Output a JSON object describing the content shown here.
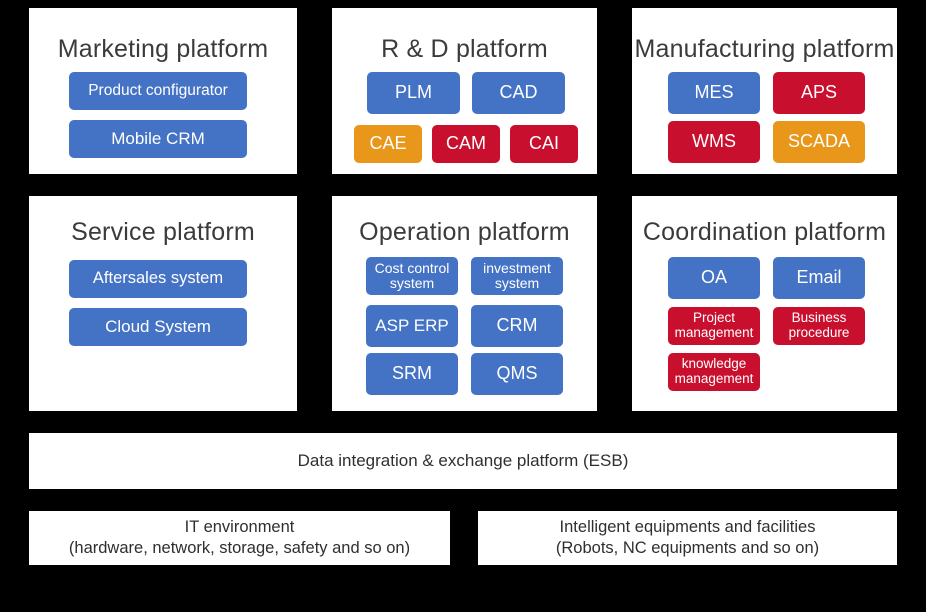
{
  "diagram": {
    "title_color": "#3b3b3b",
    "background_color": "#000000",
    "palette": {
      "blue": "#4472C4",
      "red": "#C8102E",
      "orange": "#E8971A",
      "panel": "#FFFFFF"
    }
  },
  "panels": [
    {
      "title": "Marketing platform",
      "items": [
        {
          "label": "Product configurator",
          "color": "blue"
        },
        {
          "label": "Mobile CRM",
          "color": "blue"
        }
      ]
    },
    {
      "title": "R & D platform",
      "items": [
        {
          "label": "PLM",
          "color": "blue"
        },
        {
          "label": "CAD",
          "color": "blue"
        },
        {
          "label": "CAE",
          "color": "orange"
        },
        {
          "label": "CAM",
          "color": "red"
        },
        {
          "label": "CAI",
          "color": "red"
        }
      ]
    },
    {
      "title": "Manufacturing platform",
      "items": [
        {
          "label": "MES",
          "color": "blue"
        },
        {
          "label": "APS",
          "color": "red"
        },
        {
          "label": "WMS",
          "color": "red"
        },
        {
          "label": "SCADA",
          "color": "orange"
        }
      ]
    },
    {
      "title": "Service platform",
      "items": [
        {
          "label": "Aftersales system",
          "color": "blue"
        },
        {
          "label": "Cloud System",
          "color": "blue"
        }
      ]
    },
    {
      "title": "Operation platform",
      "items": [
        {
          "label": "Cost control\nsystem",
          "color": "blue"
        },
        {
          "label": "investment\nsystem",
          "color": "blue"
        },
        {
          "label": "ASP  ERP",
          "color": "blue"
        },
        {
          "label": "CRM",
          "color": "blue"
        },
        {
          "label": "SRM",
          "color": "blue"
        },
        {
          "label": "QMS",
          "color": "blue"
        }
      ]
    },
    {
      "title": "Coordination platform",
      "items": [
        {
          "label": "OA",
          "color": "blue"
        },
        {
          "label": "Email",
          "color": "blue"
        },
        {
          "label": "Project\nmanagement",
          "color": "red"
        },
        {
          "label": "Business\nprocedure",
          "color": "red"
        },
        {
          "label": "knowledge\nmanagement",
          "color": "red"
        }
      ]
    }
  ],
  "integration_bar": {
    "label": "Data integration & exchange platform  (ESB)"
  },
  "footer": {
    "boxes": [
      {
        "label": "IT environment\n(hardware, network, storage, safety and so on)"
      },
      {
        "label": "Intelligent equipments and facilities\n(Robots, NC equipments and so on)"
      }
    ]
  }
}
